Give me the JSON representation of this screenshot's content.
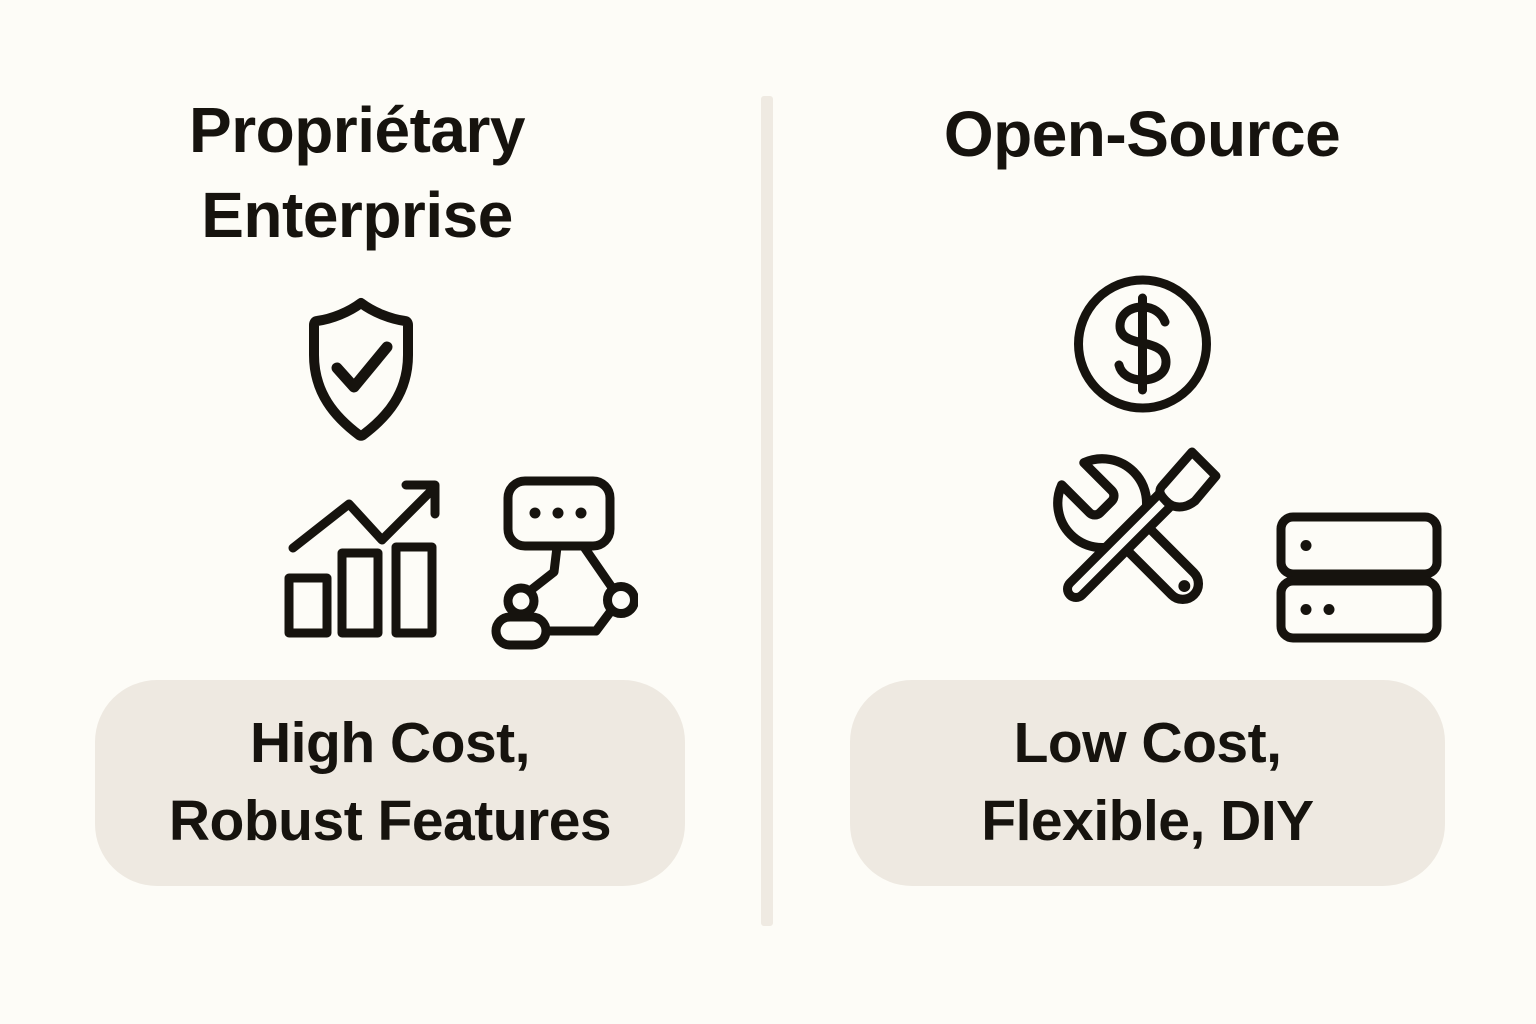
{
  "meta": {
    "kind": "comparison-infographic"
  },
  "colors": {
    "background": "#FDFCF7",
    "card_fill": "#EEE9E1",
    "divider": "#EFEAE2",
    "ink": "#16130E"
  },
  "left_panel": {
    "title_line1": "Propriétary",
    "title_line2": "Enterprise",
    "icon_names": [
      "shield-check-icon",
      "bar-chart-growth-icon",
      "chatbot-network-icon"
    ],
    "label_line1": "High Cost,",
    "label_line2": "Robust Features"
  },
  "right_panel": {
    "title": "Open-Source",
    "icon_names": [
      "dollar-circle-icon",
      "wrench-screwdriver-icon",
      "server-stack-icon"
    ],
    "label_line1": "Low Cost,",
    "label_line2": "Flexible, DIY"
  }
}
